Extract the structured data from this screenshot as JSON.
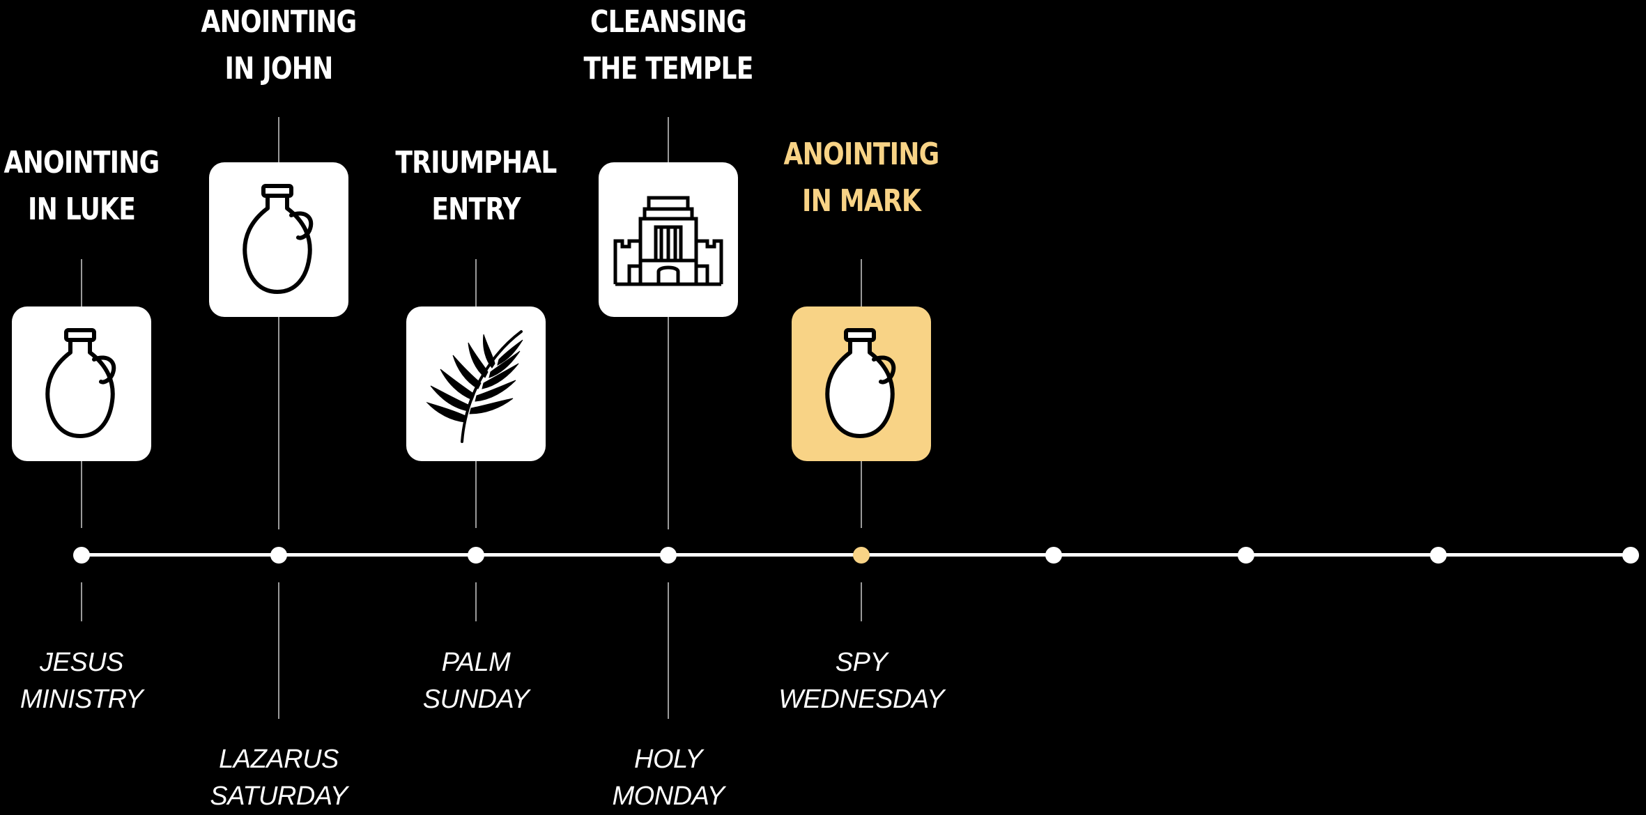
{
  "timeline": {
    "events": [
      {
        "title_line1": "ANOINTING",
        "title_line2": "IN LUKE",
        "icon": "oil-jar-icon",
        "day_line1": "JESUS",
        "day_line2": "MINISTRY",
        "highlighted": false
      },
      {
        "title_line1": "ANOINTING",
        "title_line2": "IN JOHN",
        "icon": "oil-jar-icon",
        "day_line1": "LAZARUS",
        "day_line2": "SATURDAY",
        "highlighted": false
      },
      {
        "title_line1": "TRIUMPHAL",
        "title_line2": "ENTRY",
        "icon": "palm-branch-icon",
        "day_line1": "PALM",
        "day_line2": "SUNDAY",
        "highlighted": false
      },
      {
        "title_line1": "CLEANSING",
        "title_line2": "THE TEMPLE",
        "icon": "temple-icon",
        "day_line1": "HOLY",
        "day_line2": "MONDAY",
        "highlighted": false
      },
      {
        "title_line1": "ANOINTING",
        "title_line2": "IN MARK",
        "icon": "oil-jar-icon",
        "day_line1": "SPY",
        "day_line2": "WEDNESDAY",
        "highlighted": true
      }
    ],
    "empty_points": 4
  },
  "colors": {
    "background": "#000000",
    "card": "#ffffff",
    "highlight": "#f8d386",
    "text": "#ffffff",
    "connector": "#9a9a9a"
  }
}
